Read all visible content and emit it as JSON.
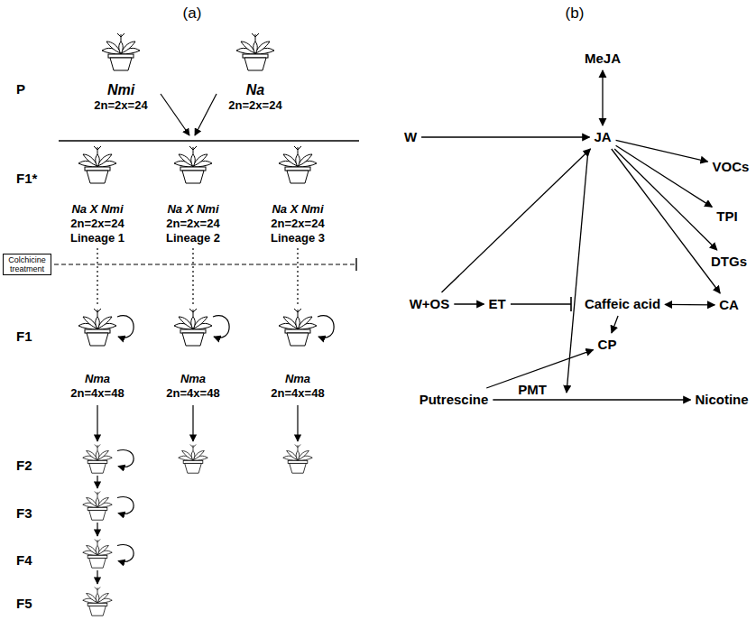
{
  "diagram": {
    "nodes": [
      {
        "text": [
          "Nmi",
          "2n=2x=24"
        ]
      },
      {
        "text": [
          "Na",
          "2n=2x=24"
        ]
      },
      {
        "text": [
          "Na X Nmi",
          "2n=2x=24",
          "Lineage 1"
        ]
      },
      {
        "text": [
          "Na X Nmi",
          "2n=2x=24",
          "Lineage 2"
        ]
      },
      {
        "text": [
          "Na X Nmi",
          "2n=2x=24",
          "Lineage 3"
        ]
      },
      {
        "text": [
          "Colchicine treatment"
        ]
      },
      {
        "text": [
          "Nma",
          "2n=4x=48"
        ]
      },
      {
        "text": [
          "Nma",
          "2n=4x=48"
        ]
      },
      {
        "text": [
          "Nma",
          "2n=4x=48"
        ]
      },
      {
        "text": [
          "MeJA"
        ]
      },
      {
        "text": [
          "JA"
        ]
      },
      {
        "text": [
          "W"
        ]
      },
      {
        "text": [
          "VOCs"
        ]
      },
      {
        "text": [
          "TPI"
        ]
      },
      {
        "text": [
          "DTGs"
        ]
      },
      {
        "text": [
          "W+OS"
        ]
      },
      {
        "text": [
          "ET"
        ]
      },
      {
        "text": [
          "Caffeic acid"
        ]
      },
      {
        "text": [
          "CA"
        ]
      },
      {
        "text": [
          "CP"
        ]
      },
      {
        "text": [
          "Putrescine"
        ]
      },
      {
        "text": [
          "Nicotine"
        ]
      }
    ],
    "edges": [
      {
        "from": 2,
        "to": 6,
        "arrow": "none"
      },
      {
        "from": 3,
        "to": 7,
        "arrow": "none"
      },
      {
        "from": 4,
        "to": 8,
        "arrow": "none"
      },
      {
        "from": 9,
        "to": 10,
        "arrow": "both"
      },
      {
        "from": 11,
        "to": 10,
        "arrow": "to"
      },
      {
        "from": 10,
        "to": 12,
        "arrow": "to"
      },
      {
        "from": 10,
        "to": 13,
        "arrow": "to"
      },
      {
        "from": 10,
        "to": 14,
        "arrow": "to"
      },
      {
        "from": 10,
        "to": 18,
        "arrow": "to"
      },
      {
        "from": 15,
        "to": 10,
        "arrow": "to"
      },
      {
        "from": 15,
        "to": 16,
        "arrow": "to"
      },
      {
        "from": 17,
        "to": 18,
        "arrow": "both"
      },
      {
        "from": 17,
        "to": 19,
        "arrow": "to"
      },
      {
        "from": 20,
        "to": 19,
        "arrow": "to"
      },
      {
        "from": 20,
        "to": 21,
        "label": "PMT",
        "arrow": "to"
      }
    ],
    "labels": [
      "(a)",
      "(b)",
      "P",
      "F1*",
      "F1",
      "F2",
      "F3",
      "F4",
      "F5"
    ]
  }
}
